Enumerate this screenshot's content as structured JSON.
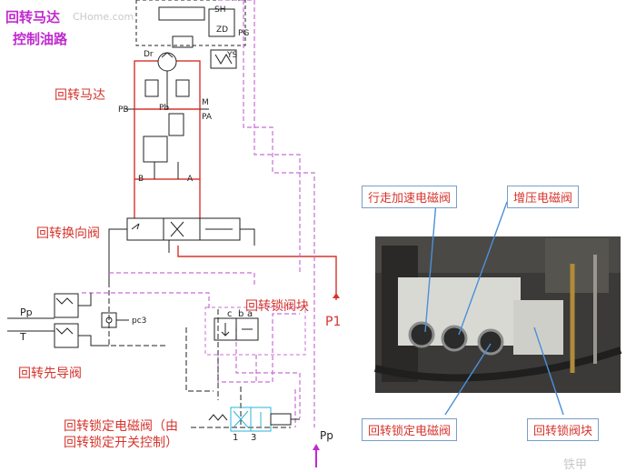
{
  "header": {
    "title_line1": "回转马达",
    "title_line2": "控制油路",
    "watermark": "CHome.com"
  },
  "labels": {
    "motor": "回转马达",
    "directional_valve": "回转换向阀",
    "lock_block": "回转锁阀块",
    "pilot_valve": "回转先导阀",
    "lock_solenoid_line1": "回转锁定电磁阀（由",
    "lock_solenoid_line2": "回转锁定开关控制）",
    "p1": "P1",
    "pp_bottom": "Pp",
    "pp_left": "Pp",
    "t_left": "T"
  },
  "ports": {
    "sh": "SH",
    "pg": "PG",
    "dr": "Dr",
    "ys": "YS",
    "pb": "PB",
    "pa": "PA",
    "m": "M",
    "b": "B",
    "a": "A",
    "pc3": "pc3",
    "c": "c",
    "b_small": "b",
    "a_small": "a",
    "one": "1",
    "three": "3",
    "zd": "ZD",
    "pb_inner": "Pb"
  },
  "photo": {
    "callout_travel": "行走加速电磁阀",
    "callout_boost": "增压电磁阀",
    "callout_lock": "回转锁定电磁阀",
    "callout_block": "回转锁阀块",
    "watermark": "铁甲"
  },
  "colors": {
    "red_line": "#d6342c",
    "pink_dash": "#c86fd6",
    "black_line": "#222222",
    "cyan": "#29b6d8",
    "label_red": "#d6342c",
    "title_magenta": "#c02ad0"
  }
}
